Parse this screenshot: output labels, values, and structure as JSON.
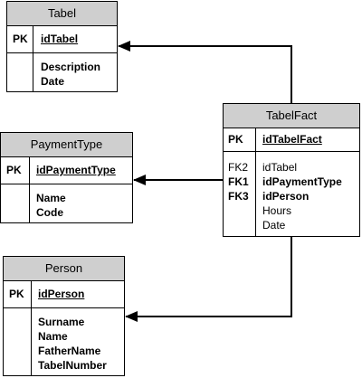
{
  "tables": {
    "tabel": {
      "title": "Tabel",
      "pk_label": "PK",
      "pk_field": "idTabel",
      "fields": [
        "Description",
        "Date"
      ]
    },
    "payment_type": {
      "title": "PaymentType",
      "pk_label": "PK",
      "pk_field": "idPaymentType",
      "fields": [
        "Name",
        "Code"
      ]
    },
    "person": {
      "title": "Person",
      "pk_label": "PK",
      "pk_field": "idPerson",
      "fields": [
        "Surname",
        "Name",
        "FatherName",
        "TabelNumber"
      ]
    },
    "tabel_fact": {
      "title": "TabelFact",
      "pk_label": "PK",
      "pk_field": "idTabelFact",
      "keys": [
        "FK2",
        "FK1",
        "FK3"
      ],
      "fields": [
        "idTabel",
        "idPaymentType",
        "idPerson",
        "Hours",
        "Date"
      ]
    }
  },
  "relationships": [
    {
      "from": "TabelFact",
      "to": "Tabel"
    },
    {
      "from": "TabelFact",
      "to": "PaymentType"
    },
    {
      "from": "TabelFact",
      "to": "Person"
    }
  ]
}
